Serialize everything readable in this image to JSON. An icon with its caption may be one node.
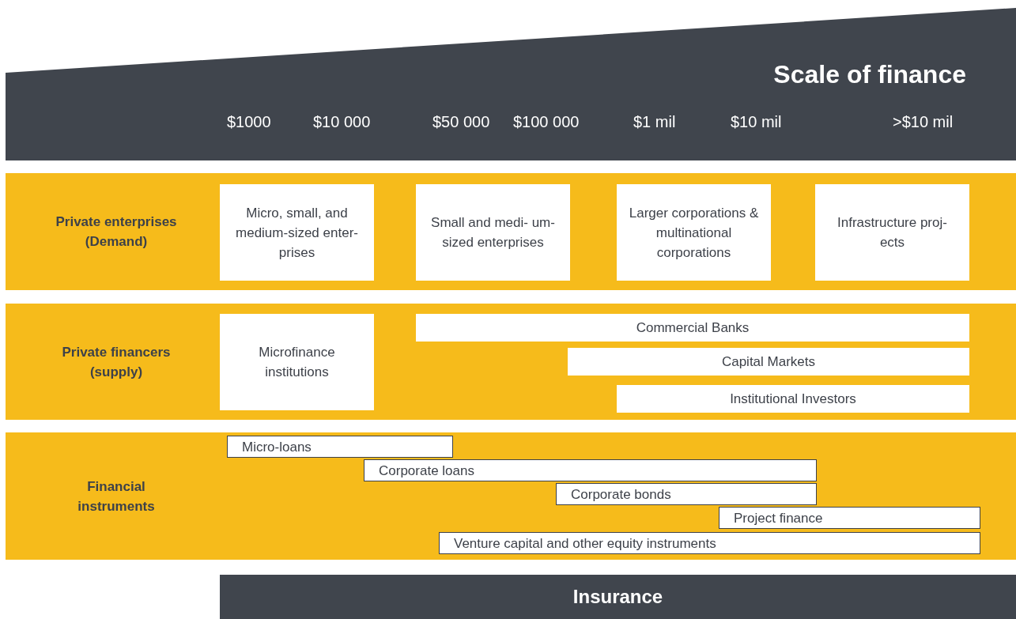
{
  "diagram": {
    "nodes": [
      {
        "text": [
          "Scale of finance"
        ]
      },
      {
        "text": [
          "Private enterprises (Demand)"
        ]
      },
      {
        "text": [
          "Micro, small, and medium-sized enter- prises"
        ],
        "in": 1
      },
      {
        "text": [
          "Small and medi- um-sized enterprises"
        ],
        "in": 1
      },
      {
        "text": [
          "Larger corporations & multinational corporations"
        ],
        "in": 1
      },
      {
        "text": [
          "Infrastructure proj- ects"
        ],
        "in": 1
      },
      {
        "text": [
          "Private financers (supply)"
        ]
      },
      {
        "text": [
          "Microfinance institutions"
        ],
        "in": 6
      },
      {
        "text": [
          "Commercial Banks"
        ],
        "in": 6
      },
      {
        "text": [
          "Capital Markets"
        ],
        "in": 6
      },
      {
        "text": [
          "Institutional Investors"
        ],
        "in": 6
      },
      {
        "text": [
          "Financial instruments"
        ]
      },
      {
        "text": [
          "Micro-loans"
        ],
        "in": 11
      },
      {
        "text": [
          "Corporate loans"
        ],
        "in": 11
      },
      {
        "text": [
          "Corporate bonds"
        ],
        "in": 11
      },
      {
        "text": [
          "Project finance"
        ],
        "in": 11
      },
      {
        "text": [
          "Venture capital and other equity instruments"
        ],
        "in": 11
      },
      {
        "text": [
          "Insurance"
        ]
      }
    ],
    "edges": [],
    "labels": [
      "$1000",
      "$10 000",
      "$50 000",
      "$100 000",
      "$1 mil",
      "$10 mil",
      ">$10 mil"
    ]
  }
}
